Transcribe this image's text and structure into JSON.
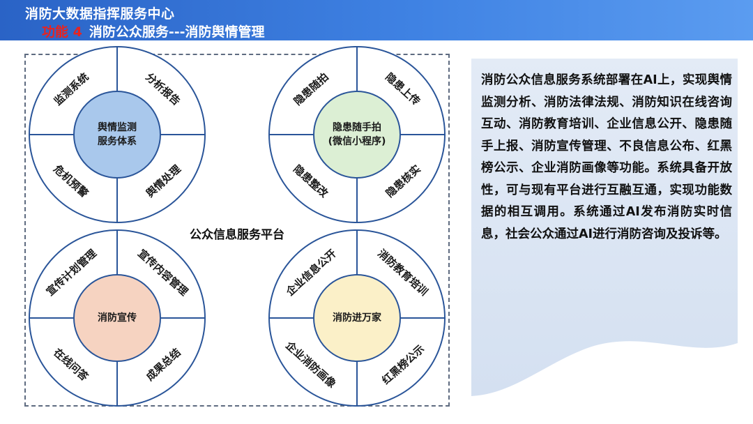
{
  "header": {
    "title": "消防大数据指挥服务中心",
    "function_label": "功能 4",
    "subtitle": "消防公众服务---消防舆情管理"
  },
  "diagram": {
    "platform_label": "公众信息服务平台",
    "modules": [
      {
        "center": [
          "舆情监测",
          "服务体系"
        ],
        "fill": "#a9c8ec",
        "segments": [
          "监测系统",
          "分析报告",
          "危机预警",
          "舆情处理"
        ]
      },
      {
        "center": [
          "隐患随手拍",
          "(微信小程序)"
        ],
        "fill": "#dcefd4",
        "segments": [
          "隐患随拍",
          "隐患上传",
          "隐患整改",
          "隐患核实"
        ]
      },
      {
        "center": [
          "消防宣传"
        ],
        "fill": "#f6d3c1",
        "segments": [
          "宣传计划管理",
          "宣传内容管理",
          "在线问答",
          "成果总结"
        ]
      },
      {
        "center": [
          "消防进万家"
        ],
        "fill": "#fbf0c8",
        "segments": [
          "企业信息公开",
          "消防教育培训",
          "企业消防画像",
          "红黑榜公示"
        ]
      }
    ]
  },
  "description": "消防公众信息服务系统部署在AI上，实现舆情监测分析、消防法律法规、消防知识在线咨询互动、消防教育培训、企业信息公开、隐患随手上报、消防宣传管理、不良信息公布、红黑榜公示、企业消防画像等功能。系统具备开放性，可与现有平台进行互融互通，实现功能数据的相互调用。系统通过AI发布消防实时信息，社会公众通过AI进行消防咨询及投诉等。"
}
